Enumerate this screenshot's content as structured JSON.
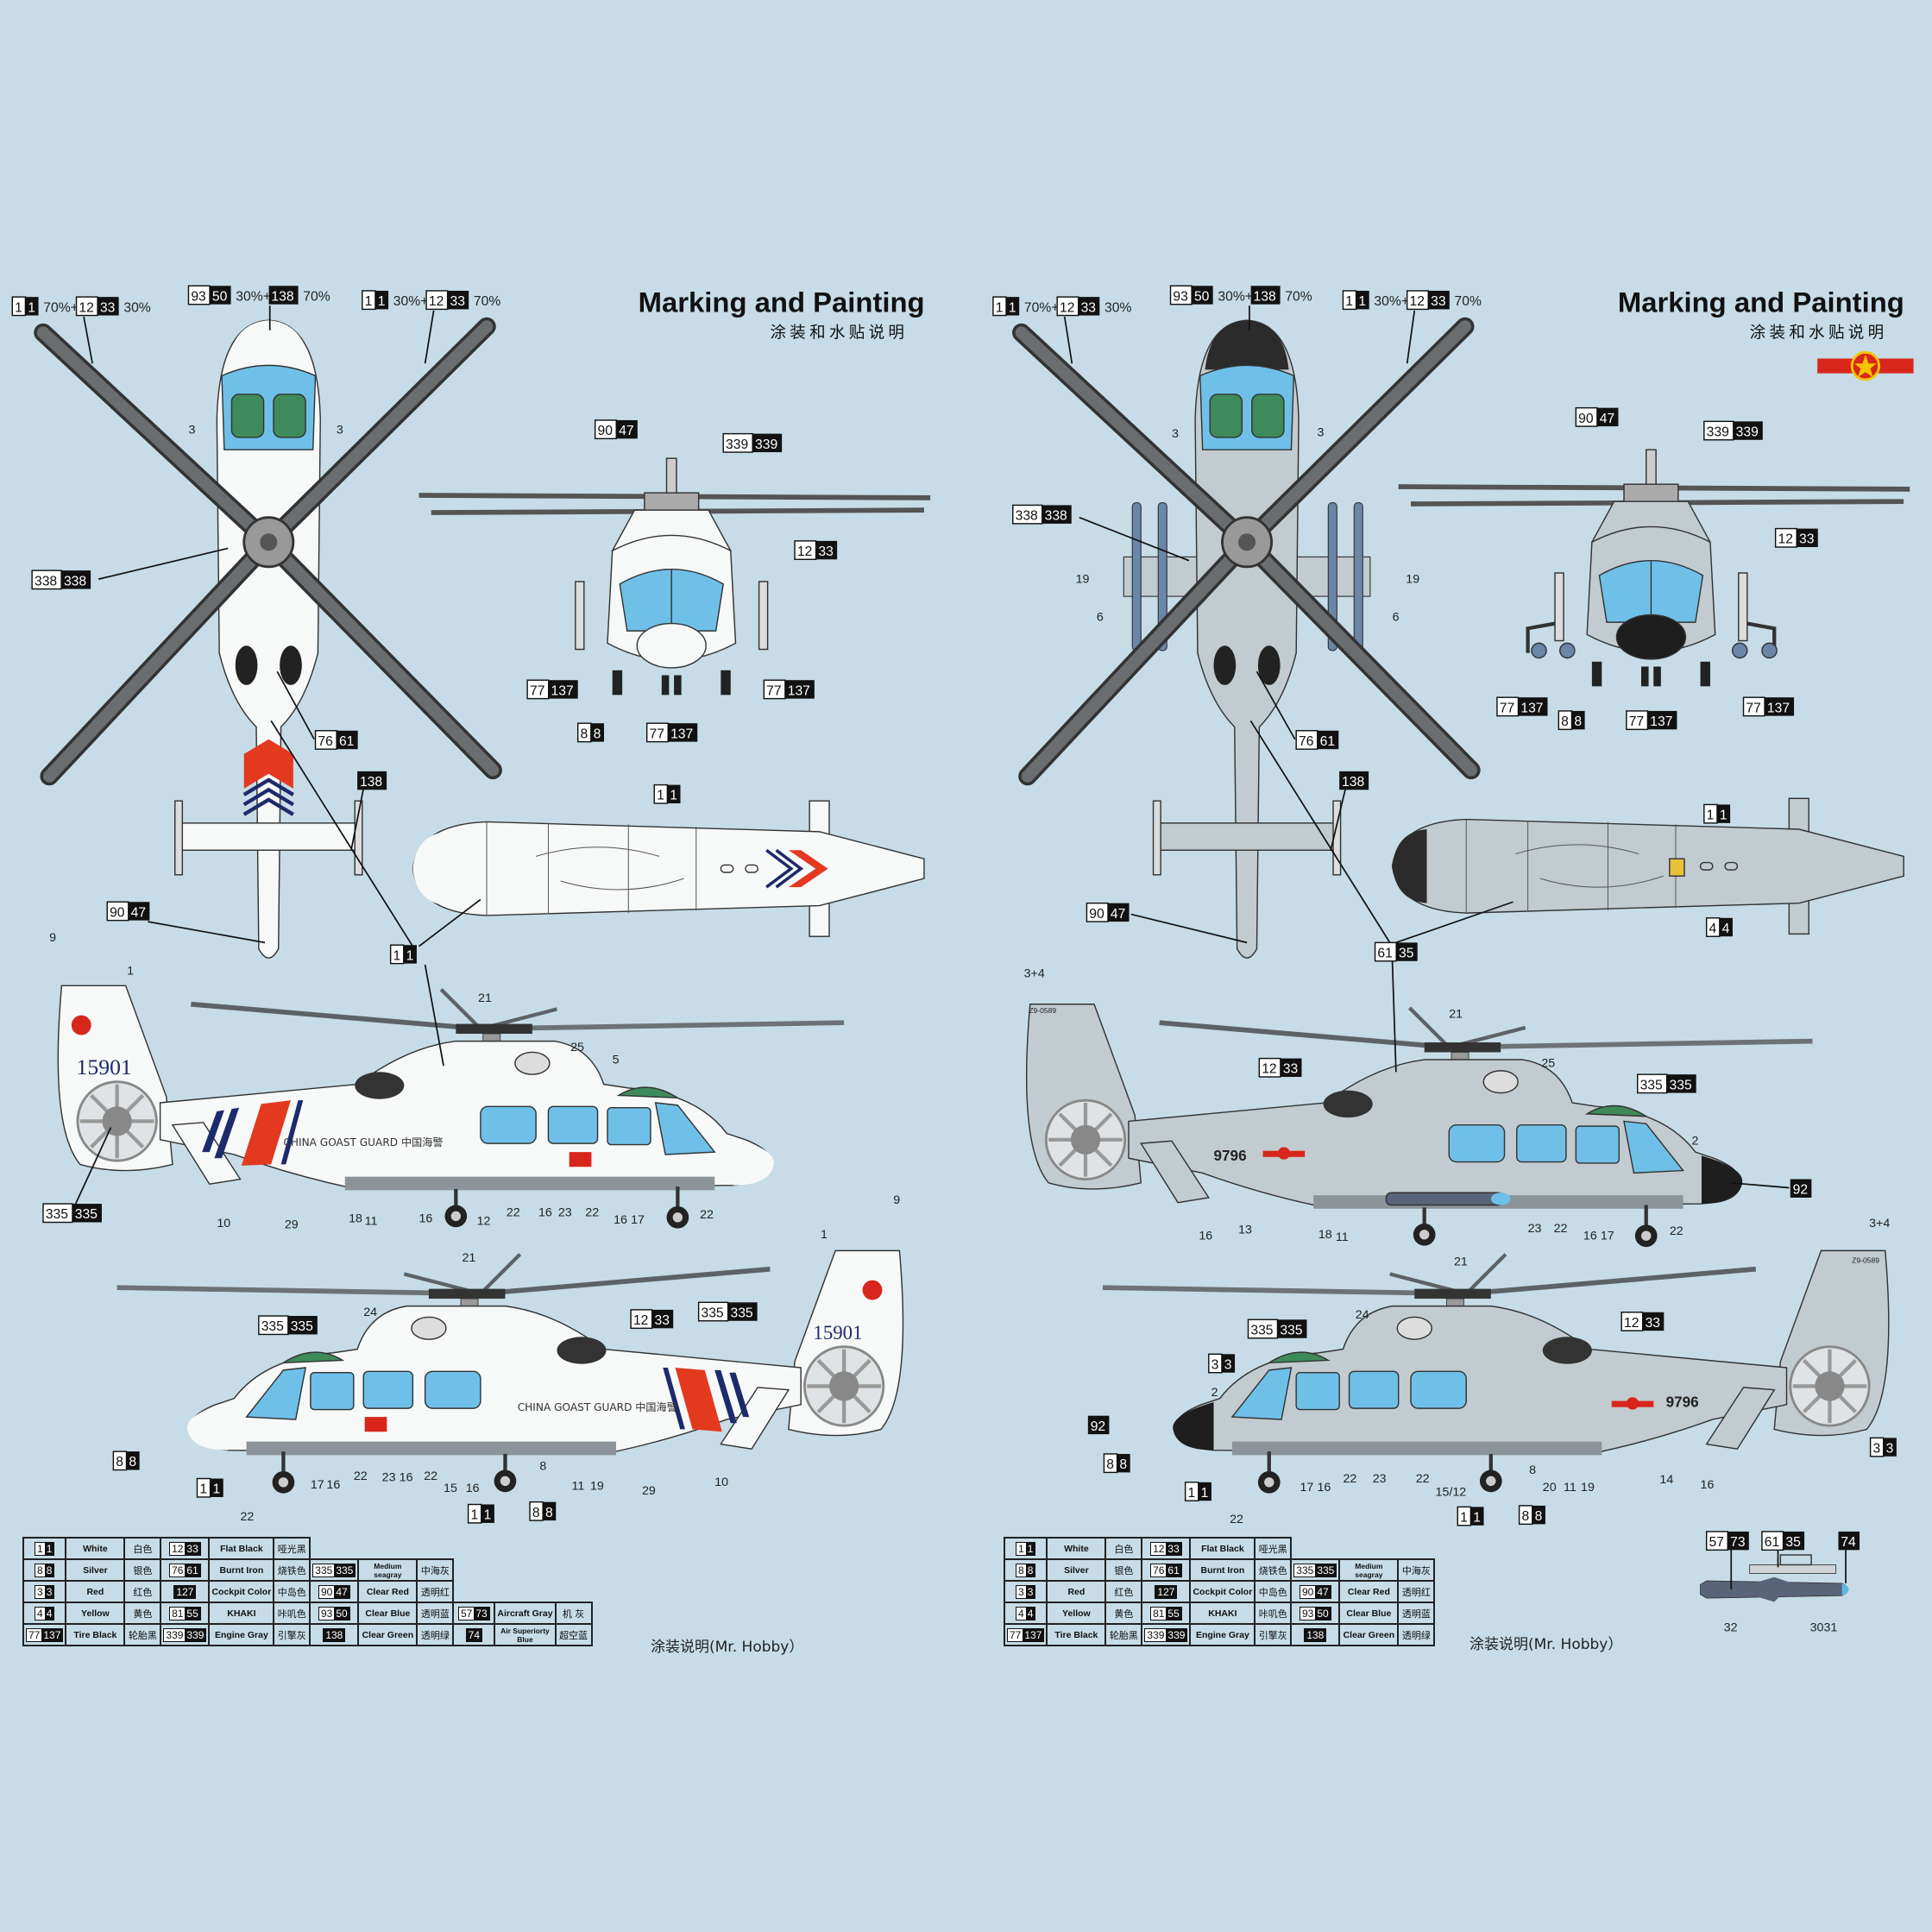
{
  "left_sheet": {
    "title": "Marking and Painting",
    "subtitle": "涂装和水贴说明",
    "footer": "涂装说明(Mr. Hobby）",
    "callouts": [
      [
        [
          "1",
          "1"
        ],
        "70%+",
        [
          "12",
          "33"
        ],
        "30%"
      ],
      [
        [
          "93",
          "50"
        ],
        "30%+",
        [
          "",
          "138"
        ],
        "70%"
      ],
      [
        [
          "1",
          "1"
        ],
        "30%+",
        [
          "12",
          "33"
        ],
        "70%"
      ],
      [
        [
          "90",
          "47"
        ]
      ],
      [
        [
          "339",
          "339"
        ]
      ],
      [
        [
          "12",
          "33"
        ]
      ],
      [
        [
          "338",
          "338"
        ]
      ],
      [
        [
          "77",
          "137"
        ]
      ],
      [
        [
          "77",
          "137"
        ]
      ],
      [
        [
          "8",
          "8"
        ]
      ],
      [
        [
          "77",
          "137"
        ]
      ],
      [
        [
          "76",
          "61"
        ]
      ],
      [
        [
          "",
          "138"
        ]
      ],
      [
        [
          "1",
          "1"
        ]
      ],
      [
        [
          "90",
          "47"
        ]
      ],
      [
        [
          "1",
          "1"
        ]
      ],
      [
        [
          "335",
          "335"
        ]
      ],
      [
        [
          "335",
          "335"
        ]
      ],
      [
        [
          "12",
          "33"
        ]
      ],
      [
        [
          "335",
          "335"
        ]
      ],
      [
        [
          "8",
          "8"
        ]
      ],
      [
        [
          "1",
          "1"
        ]
      ],
      [
        [
          "1",
          "1"
        ]
      ],
      [
        [
          "8",
          "8"
        ]
      ]
    ],
    "part_numbers": [
      "3",
      "3",
      "9",
      "1",
      "21",
      "25",
      "5",
      "10",
      "29",
      "18",
      "11",
      "16",
      "12",
      "22",
      "16",
      "23",
      "22",
      "16",
      "17",
      "22",
      "9",
      "1",
      "21",
      "24",
      "17",
      "16",
      "22",
      "23",
      "16",
      "22",
      "15",
      "16",
      "8",
      "11",
      "19",
      "29",
      "10",
      "22"
    ],
    "markings": {
      "tail_number": "15901",
      "hull_text": "CHINA GOAST GUARD 中国海警"
    }
  },
  "right_sheet": {
    "title": "Marking and Painting",
    "subtitle": "涂装和水贴说明",
    "footer": "涂装说明(Mr. Hobby）",
    "callouts": [
      [
        [
          "1",
          "1"
        ],
        "70%+",
        [
          "12",
          "33"
        ],
        "30%"
      ],
      [
        [
          "93",
          "50"
        ],
        "30%+",
        [
          "",
          "138"
        ],
        "70%"
      ],
      [
        [
          "1",
          "1"
        ],
        "30%+",
        [
          "12",
          "33"
        ],
        "70%"
      ],
      [
        [
          "90",
          "47"
        ]
      ],
      [
        [
          "339",
          "339"
        ]
      ],
      [
        [
          "12",
          "33"
        ]
      ],
      [
        [
          "338",
          "338"
        ]
      ],
      [
        [
          "77",
          "137"
        ]
      ],
      [
        [
          "8",
          "8"
        ]
      ],
      [
        [
          "77",
          "137"
        ]
      ],
      [
        [
          "77",
          "137"
        ]
      ],
      [
        [
          "76",
          "61"
        ]
      ],
      [
        [
          "",
          "138"
        ]
      ],
      [
        [
          "1",
          "1"
        ]
      ],
      [
        [
          "4",
          "4"
        ]
      ],
      [
        [
          "90",
          "47"
        ]
      ],
      [
        [
          "61",
          "35"
        ]
      ],
      [
        [
          "12",
          "33"
        ]
      ],
      [
        [
          "335",
          "335"
        ]
      ],
      [
        [
          "",
          "92"
        ]
      ],
      [
        [
          "335",
          "335"
        ]
      ],
      [
        [
          "3",
          "3"
        ]
      ],
      [
        [
          "12",
          "33"
        ]
      ],
      [
        [
          "",
          "92"
        ]
      ],
      [
        [
          "8",
          "8"
        ]
      ],
      [
        [
          "1",
          "1"
        ]
      ],
      [
        [
          "1",
          "1"
        ]
      ],
      [
        [
          "8",
          "8"
        ]
      ],
      [
        [
          "3",
          "3"
        ]
      ],
      [
        [
          "57",
          "73"
        ]
      ],
      [
        [
          "61",
          "35"
        ]
      ],
      [
        [
          "",
          "74"
        ]
      ]
    ],
    "part_numbers": [
      "3",
      "3",
      "19",
      "19",
      "6",
      "6",
      "3+4",
      "21",
      "25",
      "2",
      "16",
      "13",
      "18",
      "11",
      "23",
      "22",
      "16",
      "17",
      "22",
      "3+4",
      "21",
      "24",
      "2",
      "17",
      "16",
      "22",
      "23",
      "22",
      "15/12",
      "8",
      "20",
      "11",
      "19",
      "14",
      "16",
      "22",
      "32",
      "3031"
    ],
    "markings": {
      "tail_number": "9796",
      "tail_code": "Z9-0589"
    }
  },
  "paint_table_left": [
    [
      {
        "l": "1",
        "d": "1",
        "en": "White",
        "zh": "白色"
      },
      {
        "l": "12",
        "d": "33",
        "en": "Flat Black",
        "zh": "哑光黑"
      },
      null,
      null
    ],
    [
      {
        "l": "8",
        "d": "8",
        "en": "Silver",
        "zh": "银色"
      },
      {
        "l": "76",
        "d": "61",
        "en": "Burnt Iron",
        "zh": "烧铁色"
      },
      {
        "l": "335",
        "d": "335",
        "en": "Medium seagray",
        "zh": "中海灰"
      },
      null
    ],
    [
      {
        "l": "3",
        "d": "3",
        "en": "Red",
        "zh": "红色"
      },
      {
        "l": "",
        "d": "127",
        "en": "Cockpit Color",
        "zh": "中岛色"
      },
      {
        "l": "90",
        "d": "47",
        "en": "Clear Red",
        "zh": "透明红"
      },
      null
    ],
    [
      {
        "l": "4",
        "d": "4",
        "en": "Yellow",
        "zh": "黄色"
      },
      {
        "l": "81",
        "d": "55",
        "en": "KHAKI",
        "zh": "咔叽色"
      },
      {
        "l": "93",
        "d": "50",
        "en": "Clear Blue",
        "zh": "透明蓝"
      },
      {
        "l": "57",
        "d": "73",
        "en": "Aircraft Gray",
        "zh": "机 灰"
      }
    ],
    [
      {
        "l": "77",
        "d": "137",
        "en": "Tire Black",
        "zh": "轮胎黑"
      },
      {
        "l": "339",
        "d": "339",
        "en": "Engine Gray",
        "zh": "引擎灰"
      },
      {
        "l": "",
        "d": "138",
        "en": "Clear Green",
        "zh": "透明绿"
      },
      {
        "l": "",
        "d": "74",
        "en": "Air Superiorty Blue",
        "zh": "超空蓝"
      }
    ]
  ],
  "paint_table_right": [
    [
      {
        "l": "1",
        "d": "1",
        "en": "White",
        "zh": "白色"
      },
      {
        "l": "12",
        "d": "33",
        "en": "Flat Black",
        "zh": "哑光黑"
      },
      null
    ],
    [
      {
        "l": "8",
        "d": "8",
        "en": "Silver",
        "zh": "银色"
      },
      {
        "l": "76",
        "d": "61",
        "en": "Burnt Iron",
        "zh": "烧铁色"
      },
      {
        "l": "335",
        "d": "335",
        "en": "Medium seagray",
        "zh": "中海灰"
      }
    ],
    [
      {
        "l": "3",
        "d": "3",
        "en": "Red",
        "zh": "红色"
      },
      {
        "l": "",
        "d": "127",
        "en": "Cockpit Color",
        "zh": "中岛色"
      },
      {
        "l": "90",
        "d": "47",
        "en": "Clear Red",
        "zh": "透明红"
      }
    ],
    [
      {
        "l": "4",
        "d": "4",
        "en": "Yellow",
        "zh": "黄色"
      },
      {
        "l": "81",
        "d": "55",
        "en": "KHAKI",
        "zh": "咔叽色"
      },
      {
        "l": "93",
        "d": "50",
        "en": "Clear Blue",
        "zh": "透明蓝"
      }
    ],
    [
      {
        "l": "77",
        "d": "137",
        "en": "Tire Black",
        "zh": "轮胎黑"
      },
      {
        "l": "339",
        "d": "339",
        "en": "Engine Gray",
        "zh": "引擎灰"
      },
      {
        "l": "",
        "d": "138",
        "en": "Clear Green",
        "zh": "透明绿"
      }
    ]
  ],
  "colors": {
    "background": "#c7dce6",
    "white_body": "#f7f8f8",
    "gray_body": "#c2cbcf",
    "glass": "#6fc0e8",
    "cg_red": "#e2391f",
    "cg_blue": "#1d2a6b",
    "pla_red": "#d8261c",
    "pla_gold": "#f5c400"
  }
}
